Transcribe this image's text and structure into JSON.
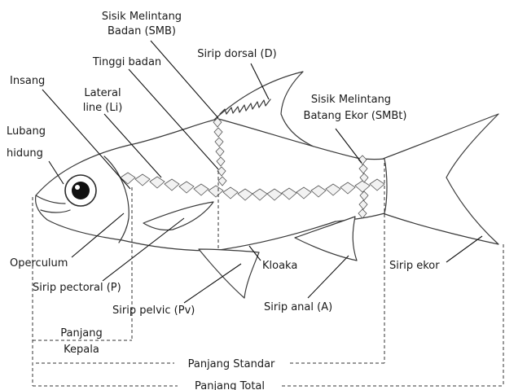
{
  "labels": {
    "smb_line1": "Sisik Melintang",
    "smb_line2": "Badan (SMB)",
    "sirip_dorsal": "Sirip dorsal (D)",
    "tinggi_badan": "Tinggi badan",
    "insang": "Insang",
    "lateral_line1": "Lateral",
    "lateral_line2": "line (Li)",
    "smbt_line1": "Sisik Melintang",
    "smbt_line2": "Batang Ekor (SMBt)",
    "lubang_line1": "Lubang",
    "lubang_line2": "hidung",
    "operculum": "Operculum",
    "sirip_pectoral": "Sirip pectoral (P)",
    "kloaka": "Kloaka",
    "sirip_ekor": "Sirip ekor",
    "sirip_pelvic": "Sirip pelvic (Pv)",
    "sirip_anal": "Sirip anal (A)",
    "panjang_kepala_line1": "Panjang",
    "panjang_kepala_line2": "Kepala",
    "panjang_standar": "Panjang Standar",
    "panjang_total": "Panjang Total"
  },
  "colors": {
    "outline": "#3a3a3a",
    "text": "#1a1a1a",
    "background": "#ffffff"
  }
}
